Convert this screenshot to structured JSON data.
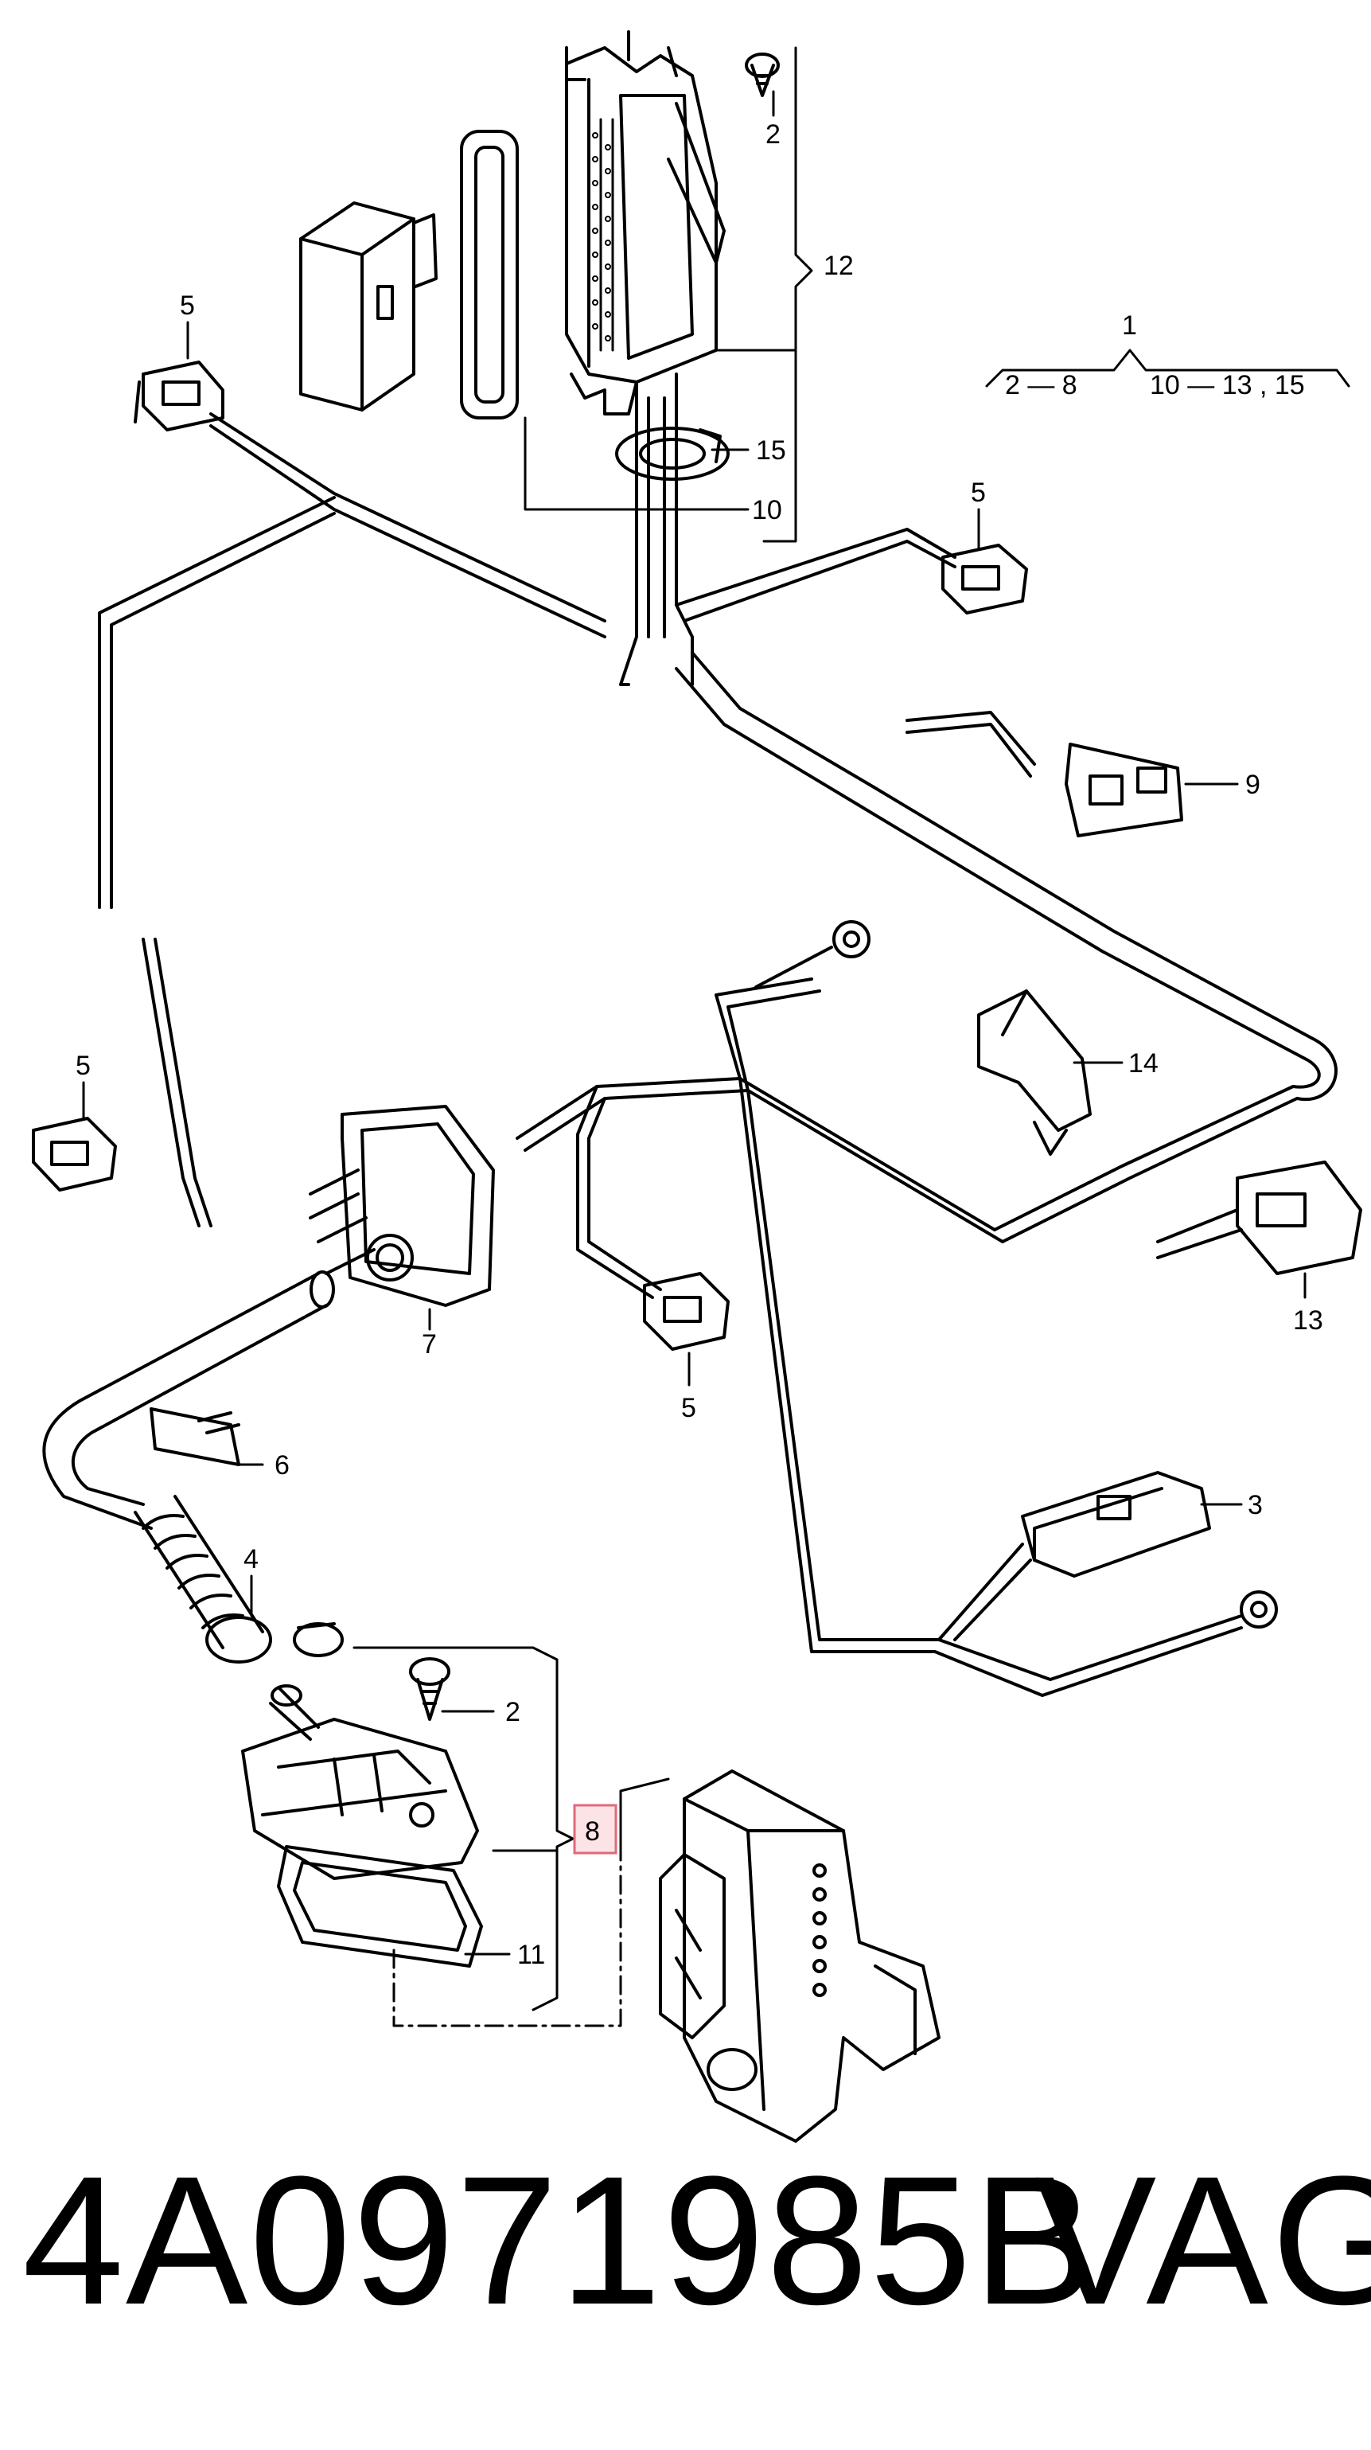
{
  "diagram": {
    "callouts": {
      "c1": "1",
      "c1_group_left": "2 — 8",
      "c1_group_right": "10 — 13 , 15",
      "c2_top": "2",
      "c2_bottom": "2",
      "c3": "3",
      "c4": "4",
      "c5_topleft": "5",
      "c5_topright": "5",
      "c5_left": "5",
      "c5_center": "5",
      "c6": "6",
      "c7": "7",
      "c8": "8",
      "c9": "9",
      "c10": "10",
      "c11": "11",
      "c12": "12",
      "c13": "13",
      "c14": "14",
      "c15": "15"
    },
    "highlight_color": "#e06a7a"
  },
  "footer": {
    "part_number": "4A0971985B",
    "brand": "VAG"
  }
}
